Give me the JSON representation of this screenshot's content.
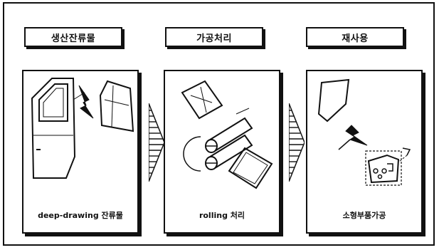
{
  "stages": [
    {
      "title": "생산잔류물",
      "caption": "deep-drawing 잔류물",
      "illustration": "car-door-with-cut-panel"
    },
    {
      "title": "가공처리",
      "caption": "rolling 처리",
      "illustration": "rolling-mill-flattening"
    },
    {
      "title": "재사용",
      "caption": "소형부품가공",
      "illustration": "small-part-blanking"
    }
  ],
  "colors": {
    "ink": "#111111",
    "background": "#ffffff"
  }
}
